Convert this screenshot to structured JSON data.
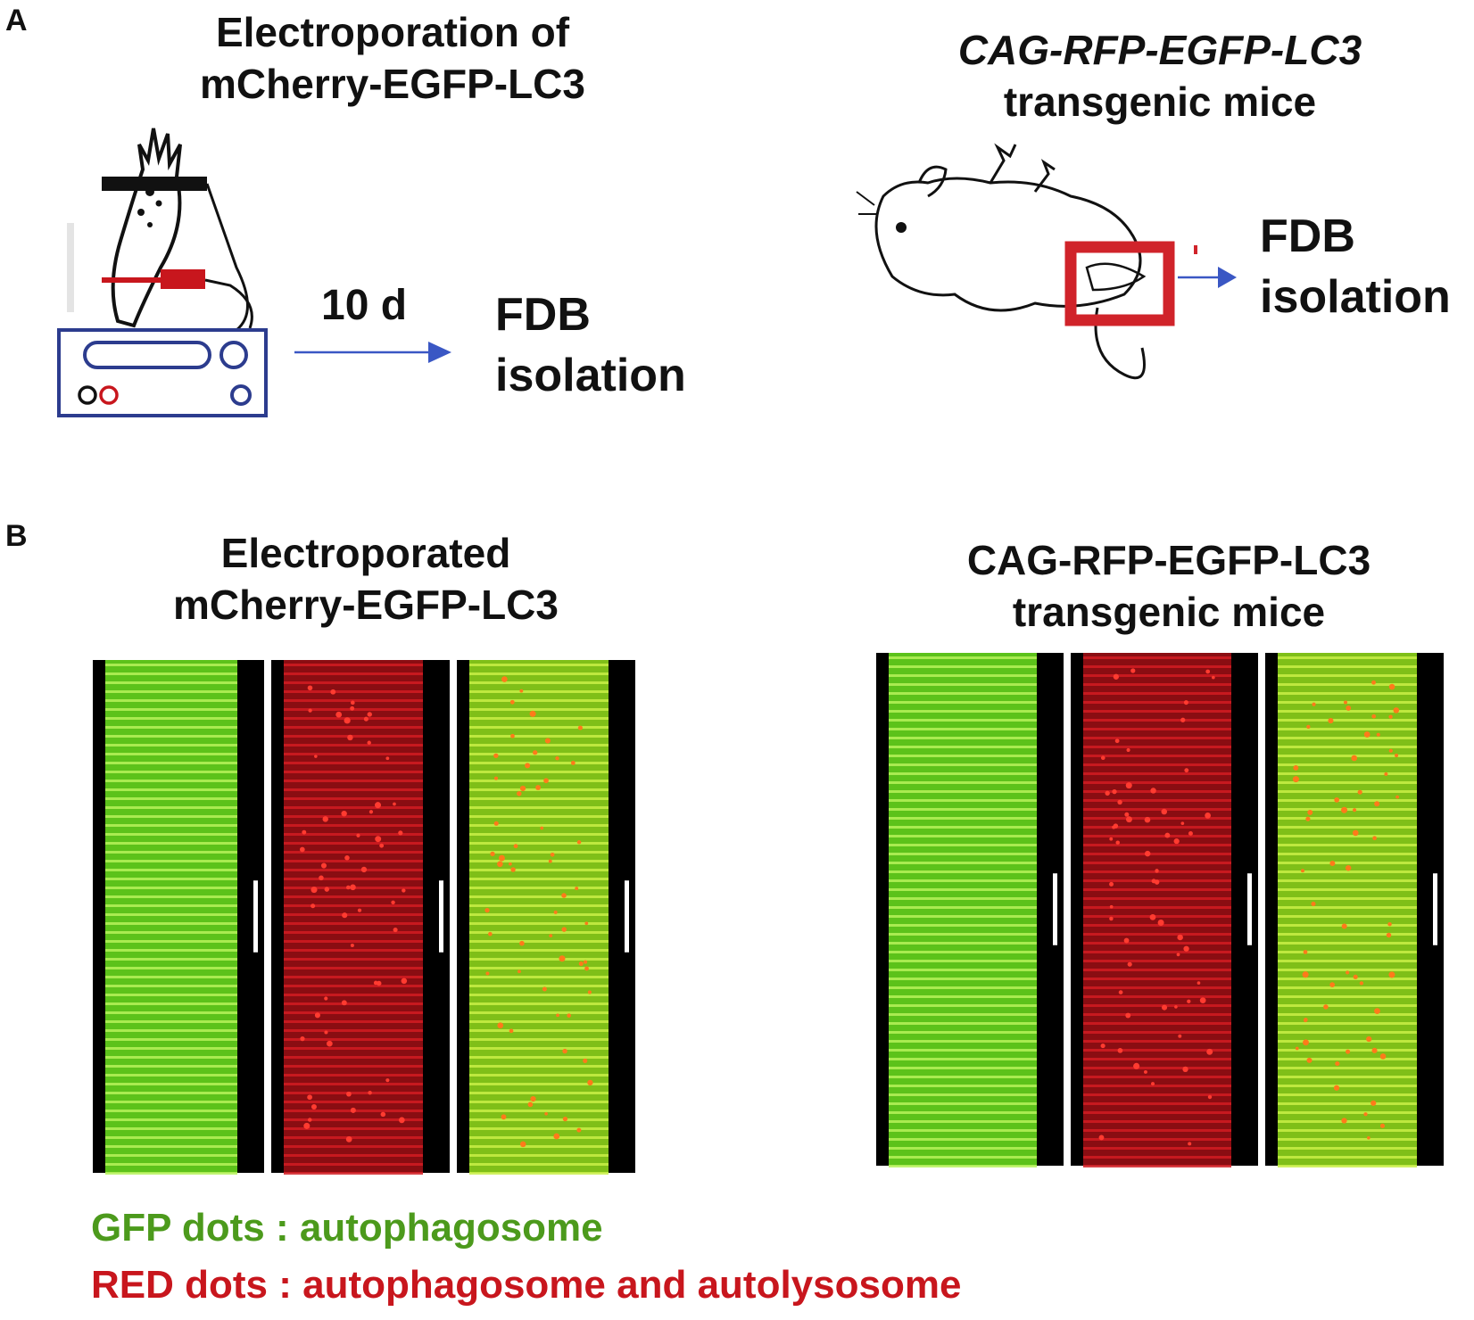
{
  "panel_a": {
    "letter": "A",
    "left": {
      "title_line1": "Electroporation of",
      "title_line2": "mCherry-EGFP-LC3",
      "duration": "10 d",
      "step_line1": "FDB",
      "step_line2": "isolation"
    },
    "right": {
      "title_line1": "CAG-RFP-EGFP-LC3",
      "title_line2": "transgenic mice",
      "step_line1": "FDB",
      "step_line2": "isolation"
    }
  },
  "panel_b": {
    "letter": "B",
    "left": {
      "title_line1": "Electroporated",
      "title_line2": "mCherry-EGFP-LC3"
    },
    "right": {
      "title_line1": "CAG-RFP-EGFP-LC3",
      "title_line2": "transgenic mice"
    }
  },
  "legend": {
    "gfp": "GFP dots : autophagosome",
    "red": "RED dots : autophagosome and autolysosome"
  },
  "colors": {
    "gfp": "#4c9a1c",
    "red": "#c8161d",
    "arrow": "#3a57c4",
    "device": "#2c3c8e",
    "highlight_box": "#d0232a"
  }
}
